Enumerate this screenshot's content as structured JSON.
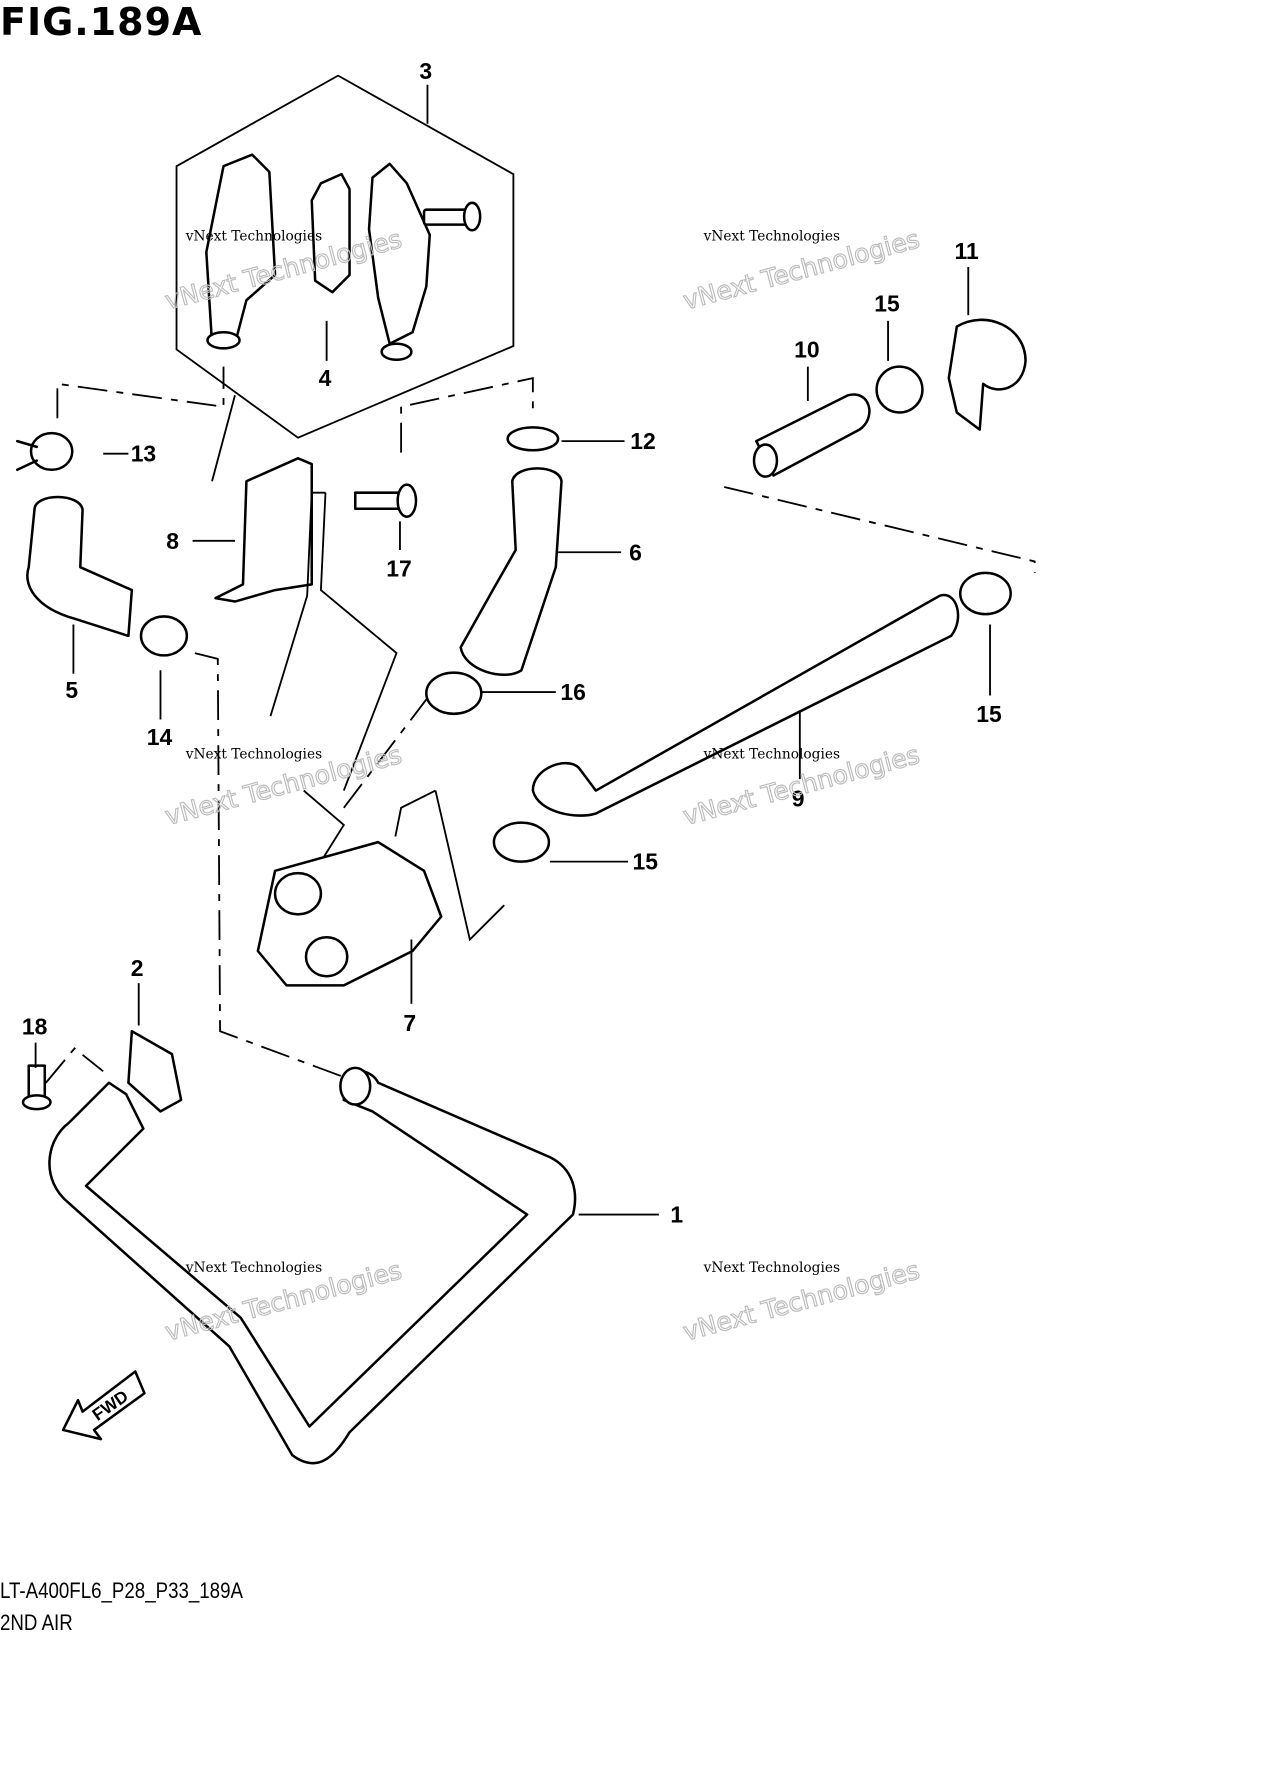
{
  "header": {
    "title": "FIG.189A"
  },
  "footer": {
    "code": "LT-A400FL6_P28_P33_189A",
    "section": "2ND AIR"
  },
  "callouts": [
    "1",
    "2",
    "3",
    "4",
    "5",
    "6",
    "7",
    "8",
    "9",
    "10",
    "11",
    "12",
    "13",
    "14",
    "15",
    "16",
    "17",
    "18"
  ],
  "watermark": {
    "line1": "vNext Technologies",
    "line2": "vNext Technologies"
  },
  "fwd_arrow": {
    "label": "FWD"
  }
}
